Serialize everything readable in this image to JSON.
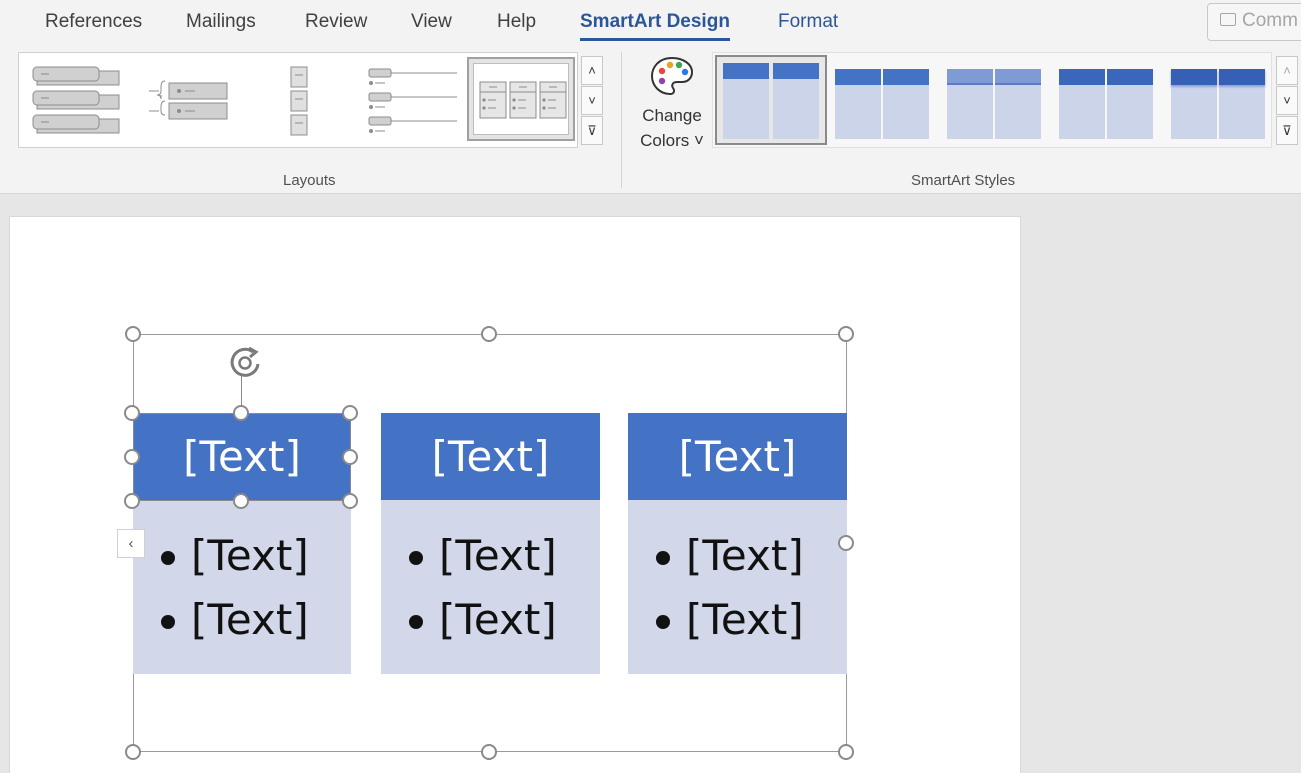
{
  "tabs": [
    {
      "label": "References"
    },
    {
      "label": "Mailings"
    },
    {
      "label": "Review"
    },
    {
      "label": "View"
    },
    {
      "label": "Help"
    },
    {
      "label": "SmartArt Design"
    },
    {
      "label": "Format"
    }
  ],
  "active_tab": "SmartArt Design",
  "comments_button": {
    "label": "Comm"
  },
  "ribbon": {
    "layouts_group": {
      "label": "Layouts",
      "thumbnails": [
        "layout-horizontal-list",
        "layout-bracket-list",
        "layout-vertical-boxes",
        "layout-bullet-list",
        "layout-column-list"
      ],
      "selected": "layout-column-list"
    },
    "change_colors": {
      "line1": "Change",
      "line2": "Colors ˅",
      "icon": "palette-icon"
    },
    "styles_group": {
      "label": "SmartArt Styles",
      "thumbnails": [
        "style-simple-fill",
        "style-white-outline",
        "style-subtle-effect",
        "style-moderate-effect",
        "style-intense-effect"
      ],
      "selected": "style-simple-fill"
    },
    "scroll_up": "˄",
    "scroll_down": "˅",
    "more": "⊽"
  },
  "smartart": {
    "columns": [
      {
        "header": "[Text]",
        "bullets": [
          "[Text]",
          "[Text]"
        ]
      },
      {
        "header": "[Text]",
        "bullets": [
          "[Text]",
          "[Text]"
        ]
      },
      {
        "header": "[Text]",
        "bullets": [
          "[Text]",
          "[Text]"
        ]
      }
    ],
    "text_pane_toggle": "‹"
  },
  "colors": {
    "accent": "#4472c4",
    "accent_light": "#d2d8ea",
    "active_tab": "#2b579a"
  }
}
